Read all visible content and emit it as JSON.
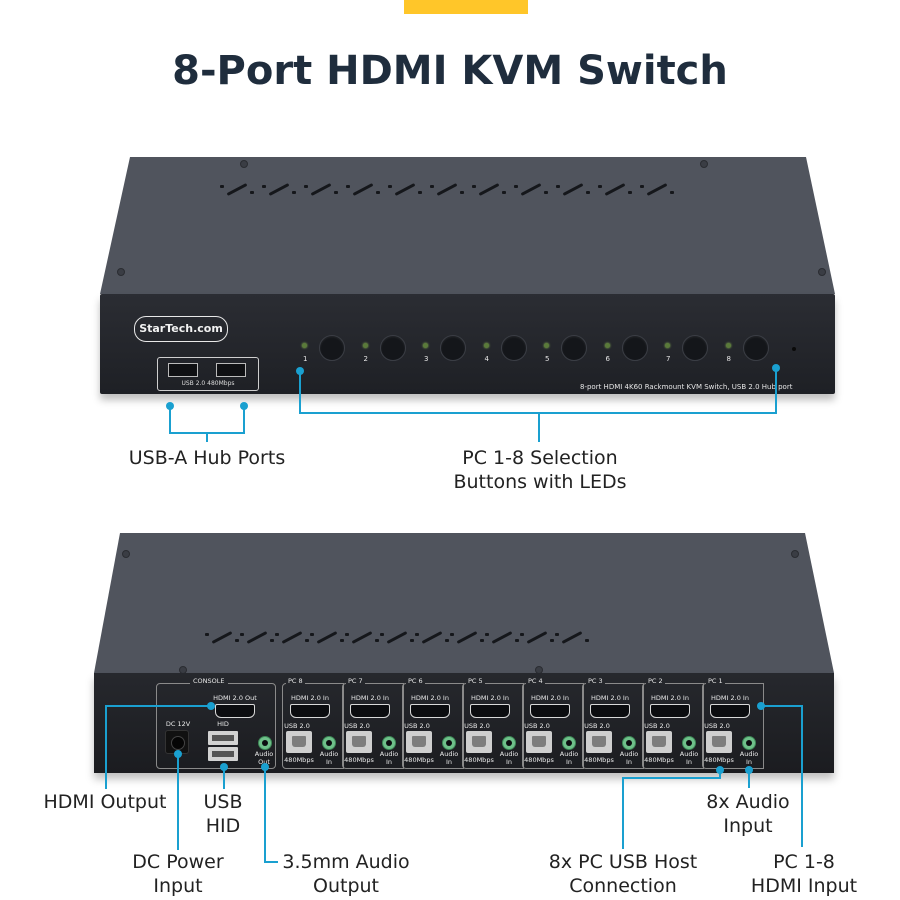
{
  "header": {
    "title": "8-Port HDMI KVM Switch",
    "accent_color": "#ffc629",
    "title_color": "#1f2d3d"
  },
  "front": {
    "logo": "StarTech.com",
    "usb_caption": "USB 2.0 480Mbps",
    "pc_numbers": [
      "1",
      "2",
      "3",
      "4",
      "5",
      "6",
      "7",
      "8"
    ],
    "model_text": "8-port HDMI 4K60 Rackmount KVM Switch, USB 2.0 Hub port",
    "callouts": {
      "usb_hub": "USB-A Hub Ports",
      "selection_line1": "PC 1-8 Selection",
      "selection_line2": "Buttons with LEDs"
    }
  },
  "rear": {
    "console_label": "CONSOLE",
    "hdmi_out_label": "HDMI 2.0 Out",
    "dc_label": "DC 12V",
    "hid_label": "HID",
    "audio_out_line1": "Audio",
    "audio_out_line2": "Out",
    "pc_groups": [
      {
        "label": "PC 8"
      },
      {
        "label": "PC 7"
      },
      {
        "label": "PC 6"
      },
      {
        "label": "PC 5"
      },
      {
        "label": "PC 4"
      },
      {
        "label": "PC 3"
      },
      {
        "label": "PC 2"
      },
      {
        "label": "PC 1"
      }
    ],
    "hdmi_in_label": "HDMI 2.0 In",
    "usb_label": "USB 2.0",
    "usb_speed": "480Mbps",
    "audio_in_line1": "Audio",
    "audio_in_line2": "In",
    "callouts": {
      "hdmi_output": "HDMI Output",
      "usb_hid_line1": "USB",
      "usb_hid_line2": "HID",
      "dc_line1": "DC Power",
      "dc_line2": "Input",
      "audio_out_line1": "3.5mm Audio",
      "audio_out_line2": "Output",
      "audio_in_line1": "8x Audio",
      "audio_in_line2": "Input",
      "usb_host_line1": "8x PC USB Host",
      "usb_host_line2": "Connection",
      "hdmi_in_line1": "PC 1-8",
      "hdmi_in_line2": "HDMI Input"
    }
  },
  "callout_color": "#1aa0d0"
}
